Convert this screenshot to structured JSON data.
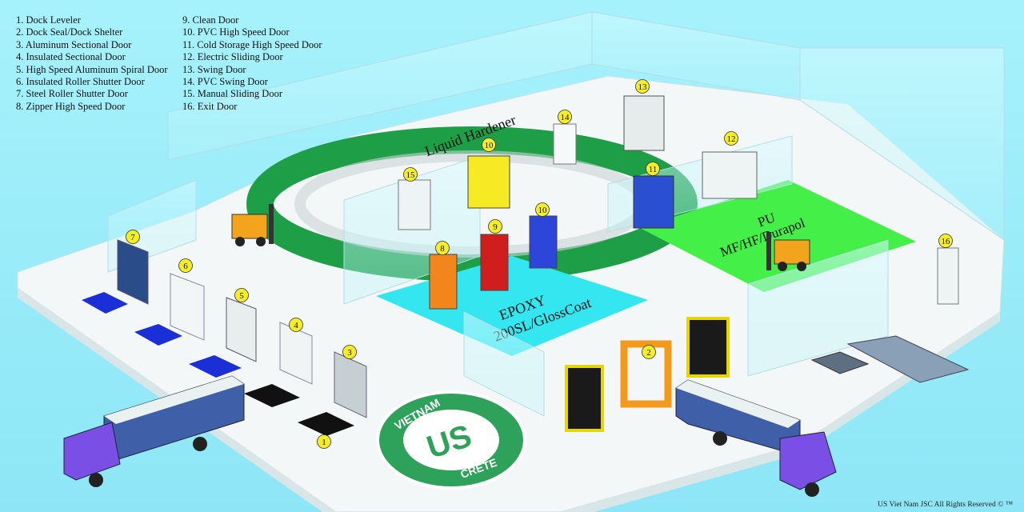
{
  "legend": [
    {
      "num": "1",
      "name": "Dock Leveler"
    },
    {
      "num": "2",
      "name": "Dock Seal/Dock Shelter"
    },
    {
      "num": "3",
      "name": "Aluminum Sectional Door"
    },
    {
      "num": "4",
      "name": "Insulated Sectional Door"
    },
    {
      "num": "5",
      "name": "High Speed Aluminum Spiral Door"
    },
    {
      "num": "6",
      "name": "Insulated Roller Shutter Door"
    },
    {
      "num": "7",
      "name": "Steel Roller Shutter Door"
    },
    {
      "num": "8",
      "name": "Zipper High Speed Door"
    },
    {
      "num": "9",
      "name": "Clean Door"
    },
    {
      "num": "10",
      "name": "PVC High Speed Door"
    },
    {
      "num": "11",
      "name": "Cold Storage High Speed Door"
    },
    {
      "num": "12",
      "name": "Electric Sliding Door"
    },
    {
      "num": "13",
      "name": "Swing Door"
    },
    {
      "num": "14",
      "name": "PVC Swing Door"
    },
    {
      "num": "15",
      "name": "Manual Sliding Door"
    },
    {
      "num": "16",
      "name": "Exit Door"
    }
  ],
  "floor_labels": {
    "liquid_hardener": "Liquid Hardener",
    "epoxy_line1": "EPOXY",
    "epoxy_line2": "200SL/GlossCoat",
    "pu_line1": "PU",
    "pu_line2": "MF/HF/Durapol"
  },
  "logo": {
    "top_text": "VIETNAM",
    "bottom_text": "CRETE",
    "mark": "US",
    "registered": "®"
  },
  "copyright": "US Viet Nam  JSC All Rights Reserved © ™",
  "colors": {
    "background": "#9ff0fb",
    "floor": "#f4f7f7",
    "epoxy": "#33e6f0",
    "pu": "#44f047",
    "green_ring": "#1d9e47",
    "dock_blue": "#1b2fd6",
    "badge": "#f4ee2a",
    "truck_cab": "#7a4fe6",
    "truck_trailer": "#3f5fa8"
  }
}
